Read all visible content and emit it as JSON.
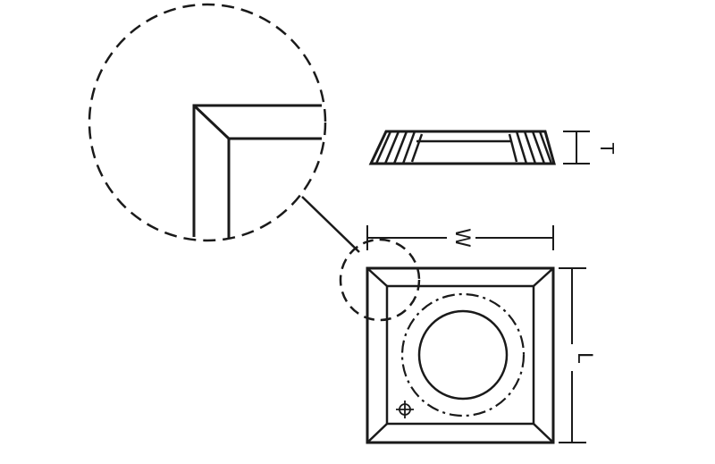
{
  "drawing": {
    "description_free": true,
    "labels": {
      "width_dim": "W",
      "length_dim": "L",
      "thickness_dim": "T"
    },
    "colors": {
      "ink": "#1a1a1a",
      "paper": "#ffffff"
    },
    "icons": {
      "datum_mark": "crosshair-circle-icon"
    }
  }
}
